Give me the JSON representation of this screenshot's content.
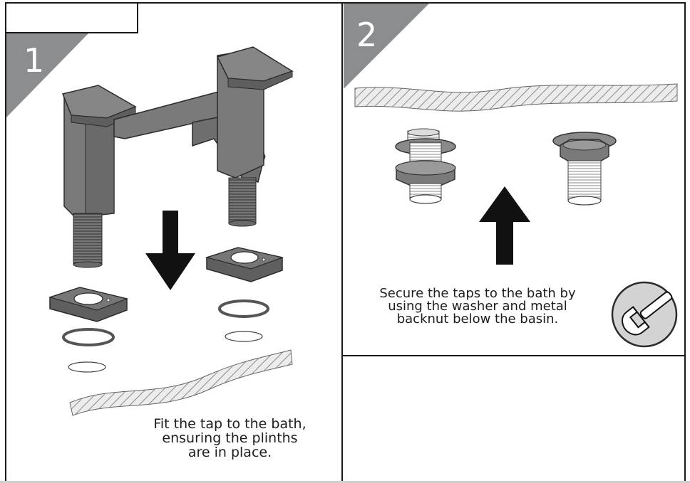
{
  "steps": [
    {
      "number": "1",
      "caption": [
        "Fit the tap to the bath,",
        "ensuring the plinths",
        "are in place."
      ]
    },
    {
      "number": "2",
      "caption": [
        "Secure the taps to the bath by",
        "using the washer and metal",
        "backnut below the basin."
      ]
    }
  ],
  "colors": {
    "tap": "#7a7a7a",
    "tap_dark": "#5e5e5e",
    "badge": "#8c8d8f",
    "arrow": "#111111",
    "hatch": "#8a8a8a"
  }
}
